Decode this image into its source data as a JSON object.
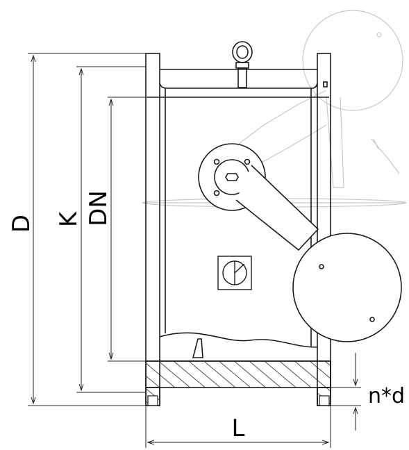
{
  "labels": {
    "outer_diameter": "D",
    "bolt_circle": "K",
    "nominal_diameter": "DN",
    "bolt_holes": "n*d",
    "length": "L"
  },
  "colors": {
    "line": "#1a1a1a",
    "ghost": "#c8c8c8",
    "hatch": "#222222",
    "background": "#ffffff"
  }
}
